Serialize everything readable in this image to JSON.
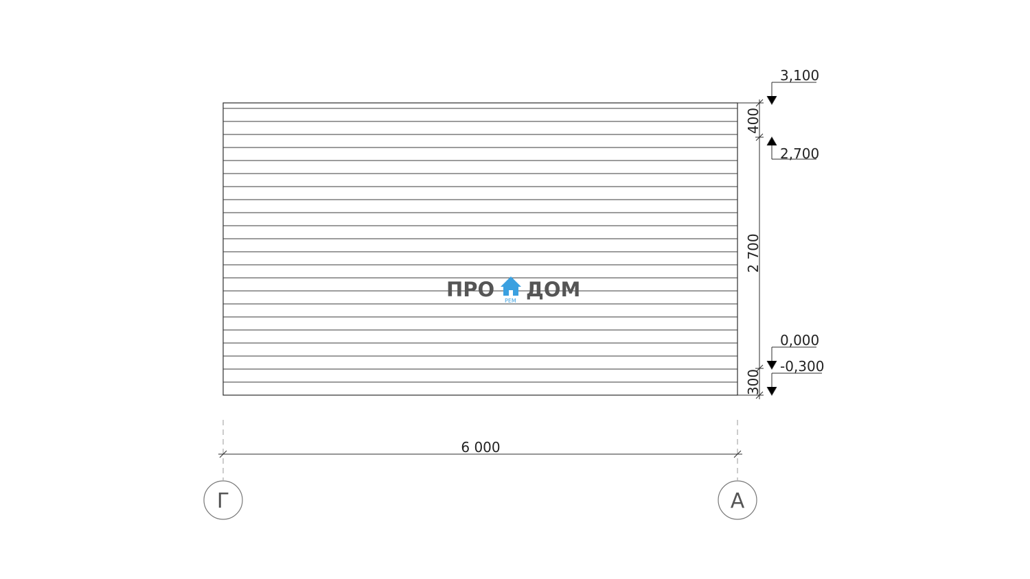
{
  "drawing": {
    "width_dim": "6 000",
    "height_dims": {
      "top": "400",
      "middle": "2 700",
      "bottom": "300"
    },
    "levels": {
      "roof": "3,100",
      "wall_top": "2,700",
      "floor": "0,000",
      "ground": "-0,300"
    },
    "axes": {
      "left": "Г",
      "right": "А"
    },
    "board_count": 23
  },
  "watermark": {
    "left": "ПРО",
    "right": "ДОМ",
    "sub": "РЕМ",
    "accent_color": "#3aa0e0",
    "text_color": "#555555"
  }
}
